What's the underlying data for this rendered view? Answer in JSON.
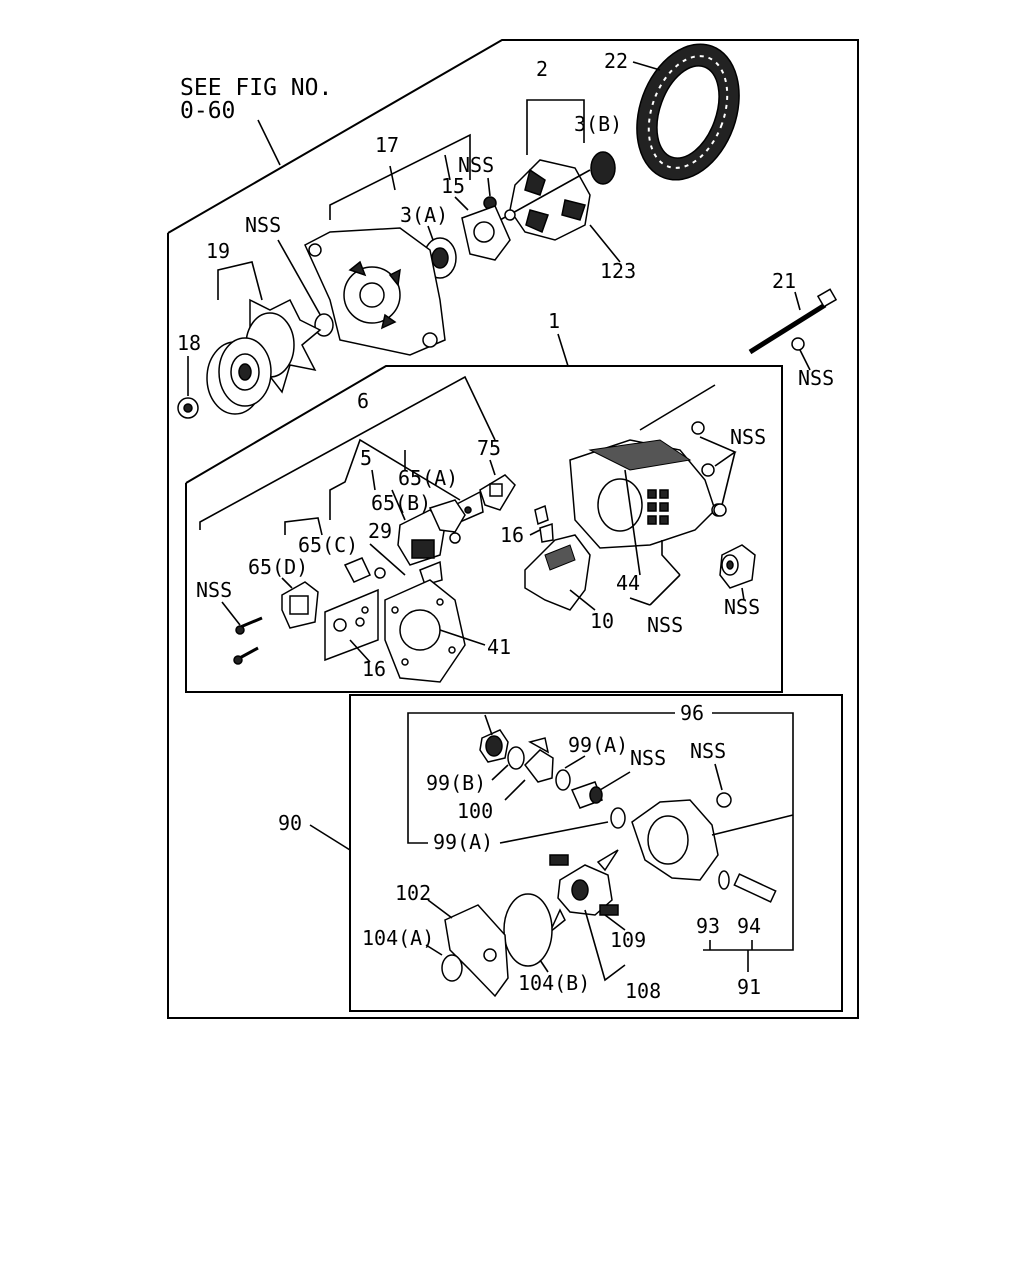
{
  "ref_note": {
    "line1": "SEE FIG NO.",
    "line2": "0-60"
  },
  "labels": {
    "p2": "2",
    "p22": "22",
    "p3b": "3(B)",
    "p17": "17",
    "nss_top": "NSS",
    "p15": "15",
    "p3a": "3(A)",
    "nss_fan": "NSS",
    "p19": "19",
    "p123": "123",
    "p21": "21",
    "p18": "18",
    "p1": "1",
    "nss_bolt": "NSS",
    "p6": "6",
    "p75": "75",
    "nss_frame": "NSS",
    "p5": "5",
    "p65a": "65(A)",
    "p65b": "65(B)",
    "p16_upper": "16",
    "p29": "29",
    "p65c": "65(C)",
    "p65d": "65(D)",
    "nss_left": "NSS",
    "p44": "44",
    "nss_bush": "NSS",
    "p10": "10",
    "nss_lower": "NSS",
    "p41": "41",
    "p16_lower": "16",
    "p96": "96",
    "nss_pump1": "NSS",
    "p99a_top": "99(A)",
    "nss_pump2": "NSS",
    "p99b": "99(B)",
    "p100": "100",
    "p90": "90",
    "p99a_bottom": "99(A)",
    "p102": "102",
    "p104a": "104(A)",
    "p109": "109",
    "p93": "93",
    "p94": "94",
    "p104b": "104(B)",
    "p108": "108",
    "p91": "91"
  }
}
